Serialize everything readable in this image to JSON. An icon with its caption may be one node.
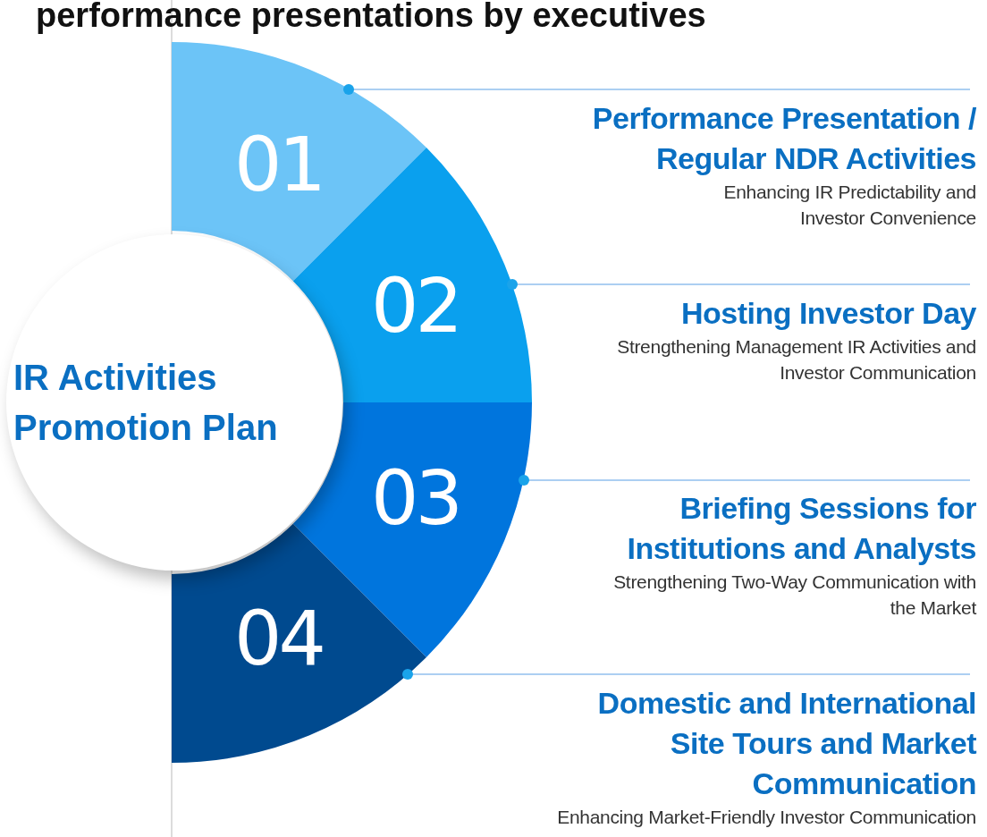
{
  "diagram": {
    "title": "performance presentations by executives",
    "nodes": [
      {
        "text": [
          "IR Activities Promotion Plan"
        ]
      },
      {
        "text": [
          "01"
        ]
      },
      {
        "text": [
          "02"
        ]
      },
      {
        "text": [
          "03"
        ]
      },
      {
        "text": [
          "04"
        ]
      },
      {
        "text": [
          "Performance Presentation / Regular NDR Activities",
          "Enhancing IR Predictability and Investor Convenience"
        ]
      },
      {
        "text": [
          "Hosting Investor Day",
          "Strengthening Management IR Activities and Investor Communication"
        ]
      },
      {
        "text": [
          "Briefing Sessions for Institutions and Analysts",
          "Strengthening Two-Way Communication with the Market"
        ]
      },
      {
        "text": [
          "Domestic and International Site Tours and Market Communication",
          "Enhancing Market-Friendly Investor Communication"
        ]
      }
    ],
    "edges": [
      {
        "from": 1,
        "to": 5,
        "arrow": "other"
      },
      {
        "from": 2,
        "to": 6,
        "arrow": "other"
      },
      {
        "from": 3,
        "to": 7,
        "arrow": "other"
      },
      {
        "from": 4,
        "to": 8,
        "arrow": "other"
      }
    ]
  }
}
